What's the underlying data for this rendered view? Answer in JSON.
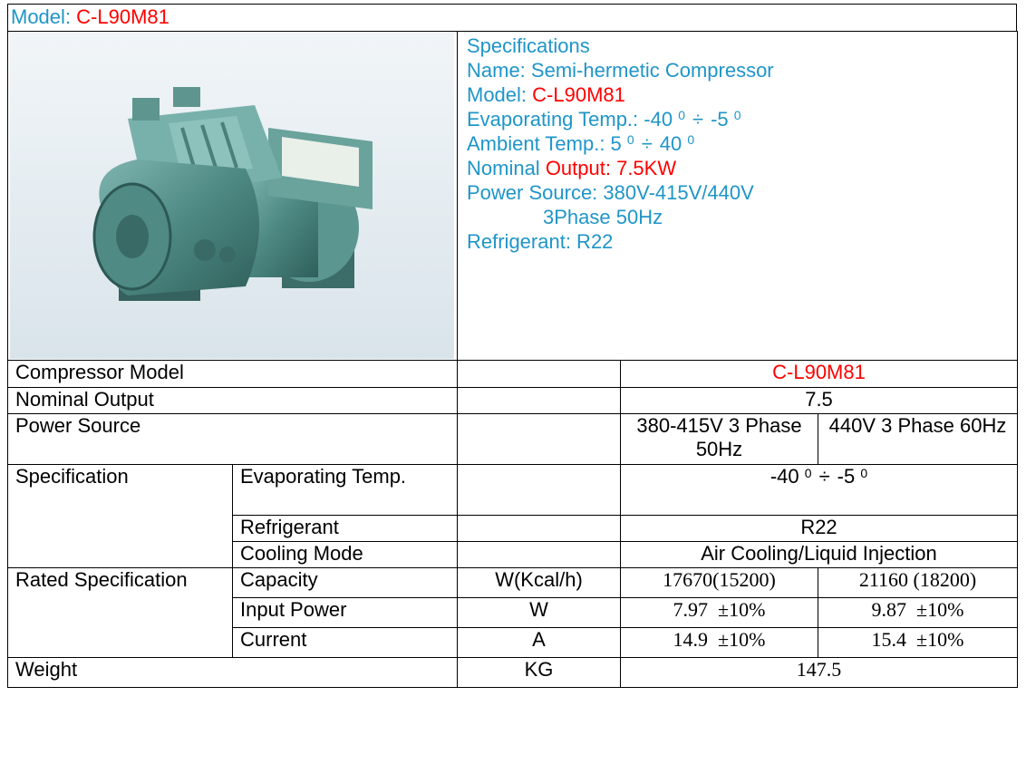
{
  "header": {
    "model_label": "Model: ",
    "model_value": "C-L90M81"
  },
  "panel": {
    "title": "Specifications",
    "name": "Name: Semi-hermetic Compressor",
    "model_label": "Model: ",
    "model_value": "C-L90M81",
    "evap_label": "Evaporating Temp.: -40",
    "evap_high": "-5",
    "ambient_label": "Ambient Temp.: 5",
    "ambient_high": "40",
    "deg": "0",
    "div": "÷",
    "nominal_prefix": "Nominal ",
    "nominal_value": "Output: 7.5KW",
    "power1": "Power Source: 380V-415V/440V",
    "power2": "3Phase 50Hz",
    "refrigerant": "Refrigerant: R22"
  },
  "table": {
    "compressor_model_label": "Compressor Model",
    "compressor_model_value": "C-L90M81",
    "nominal_output_label": "Nominal Output",
    "nominal_output_value": "7.5",
    "power_source_label": "Power Source",
    "power_a": "380-415V 3 Phase 50Hz",
    "power_b": "440V 3 Phase 60Hz",
    "specification_label": "Specification",
    "evap_label": "Evaporating Temp.",
    "evap_low": "-40",
    "evap_high": "-5",
    "refrigerant_label": "Refrigerant",
    "refrigerant_value": "R22",
    "cooling_label": "Cooling Mode",
    "cooling_value": "Air Cooling/Liquid Injection",
    "rated_label": "Rated Specification",
    "capacity_label": "Capacity",
    "capacity_unit": "W(Kcal/h)",
    "capacity_a": "17670(15200)",
    "capacity_b": "21160 (18200)",
    "input_label": "Input Power",
    "input_unit": "W",
    "input_a": "7.97  ±10%",
    "input_b": "9.87  ±10%",
    "current_label": "Current",
    "current_unit": "A",
    "current_a": "14.9  ±10%",
    "current_b": "15.4  ±10%",
    "weight_label": "Weight",
    "weight_unit": "KG",
    "weight_value": "147.5"
  },
  "colors": {
    "blue": "#1f95c8",
    "red": "#ff0000",
    "photo_bg": "#e6eef3",
    "body": "#4f8a86"
  }
}
